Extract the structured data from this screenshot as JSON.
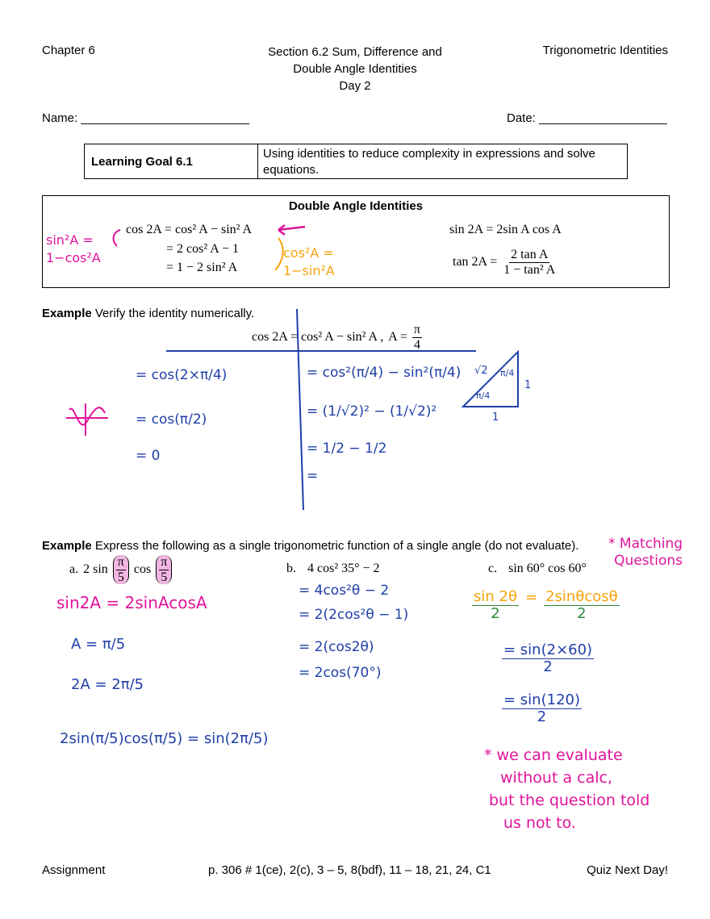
{
  "header": {
    "chapter": "Chapter 6",
    "section_line1": "Section 6.2 Sum, Difference and",
    "section_line2": "Double Angle Identities",
    "section_line3": "Day 2",
    "topic": "Trigonometric Identities"
  },
  "fields": {
    "name_label": "Name:",
    "name_blank": "_________________________",
    "date_label": "Date:",
    "date_blank": "___________________"
  },
  "goal": {
    "label": "Learning Goal 6.1",
    "text": "Using identities to reduce complexity in expressions and solve equations."
  },
  "identities": {
    "title": "Double Angle Identities",
    "cos_line1": "cos 2A = cos² A − sin² A",
    "cos_line2": "= 2 cos² A − 1",
    "cos_line3": "= 1 − 2 sin² A",
    "sin_line": "sin 2A = 2sin A cos A",
    "tan_lhs": "tan 2A =",
    "tan_num": "2 tan A",
    "tan_den": "1 − tan² A",
    "note_pink_1": "sin²A =",
    "note_pink_2": "1−cos²A",
    "note_orange_1": "cos²A =",
    "note_orange_2": "1−sin²A"
  },
  "example1": {
    "label": "Example",
    "prompt": "Verify the identity numerically.",
    "identity": "cos 2A = cos² A − sin² A ,",
    "angle": "A =",
    "angle_num": "π",
    "angle_den": "4",
    "left_1": "= cos(2×π/4)",
    "left_2": "= cos(π/2)",
    "left_3": "= 0",
    "right_1": "= cos²(π/4) − sin²(π/4)",
    "right_2": "= (1/√2)² − (1/√2)²",
    "right_3": "= 1/2 − 1/2",
    "right_4": "=",
    "tri_hyp": "√2",
    "tri_top": "π/4",
    "tri_bottom_angle": "π/4",
    "tri_side": "1",
    "tri_base": "1"
  },
  "example2": {
    "label": "Example",
    "prompt": "Express the following as a single trigonometric function of a single angle (do not evaluate).",
    "note_1": "* Matching",
    "note_2": "Questions",
    "a_label": "a.",
    "a_expr_pre": "2 sin",
    "a_frac_num": "π",
    "a_frac_den": "5",
    "a_expr_mid": "cos",
    "b_label": "b.",
    "b_expr": "4 cos² 35° − 2",
    "c_label": "c.",
    "c_expr": "sin 60° cos 60°",
    "a_work_1": "sin2A = 2sinAcosA",
    "a_work_2": "A = π/5",
    "a_work_3": "2A = 2π/5",
    "a_work_4": "2sin(π/5)cos(π/5) = sin(2π/5)",
    "b_work_1": "= 4cos²θ − 2",
    "b_work_2": "= 2(2cos²θ − 1)",
    "b_work_3": "= 2(cos2θ)",
    "b_work_4": "= 2cos(70°)",
    "c_work_1_left": "sin 2θ",
    "c_work_1_eq": "=",
    "c_work_1_right": "2sinθcosθ",
    "c_work_den": "2",
    "c_work_2_num": "= sin(2×60)",
    "c_work_3_num": "= sin(120)",
    "c_note_1": "* we can evaluate",
    "c_note_2": "without a calc,",
    "c_note_3": "but the question told",
    "c_note_4": "us not to."
  },
  "footer": {
    "assignment": "Assignment",
    "pages": "p. 306 # 1(ce), 2(c), 3 – 5, 8(bdf), 11 – 18, 21, 24, C1",
    "quiz": "Quiz Next Day!"
  },
  "colors": {
    "blue_ink": "#1f3fa8",
    "pink_ink": "#e0149b",
    "orange_ink": "#f5a40c",
    "green_ink": "#2e8b3a"
  }
}
